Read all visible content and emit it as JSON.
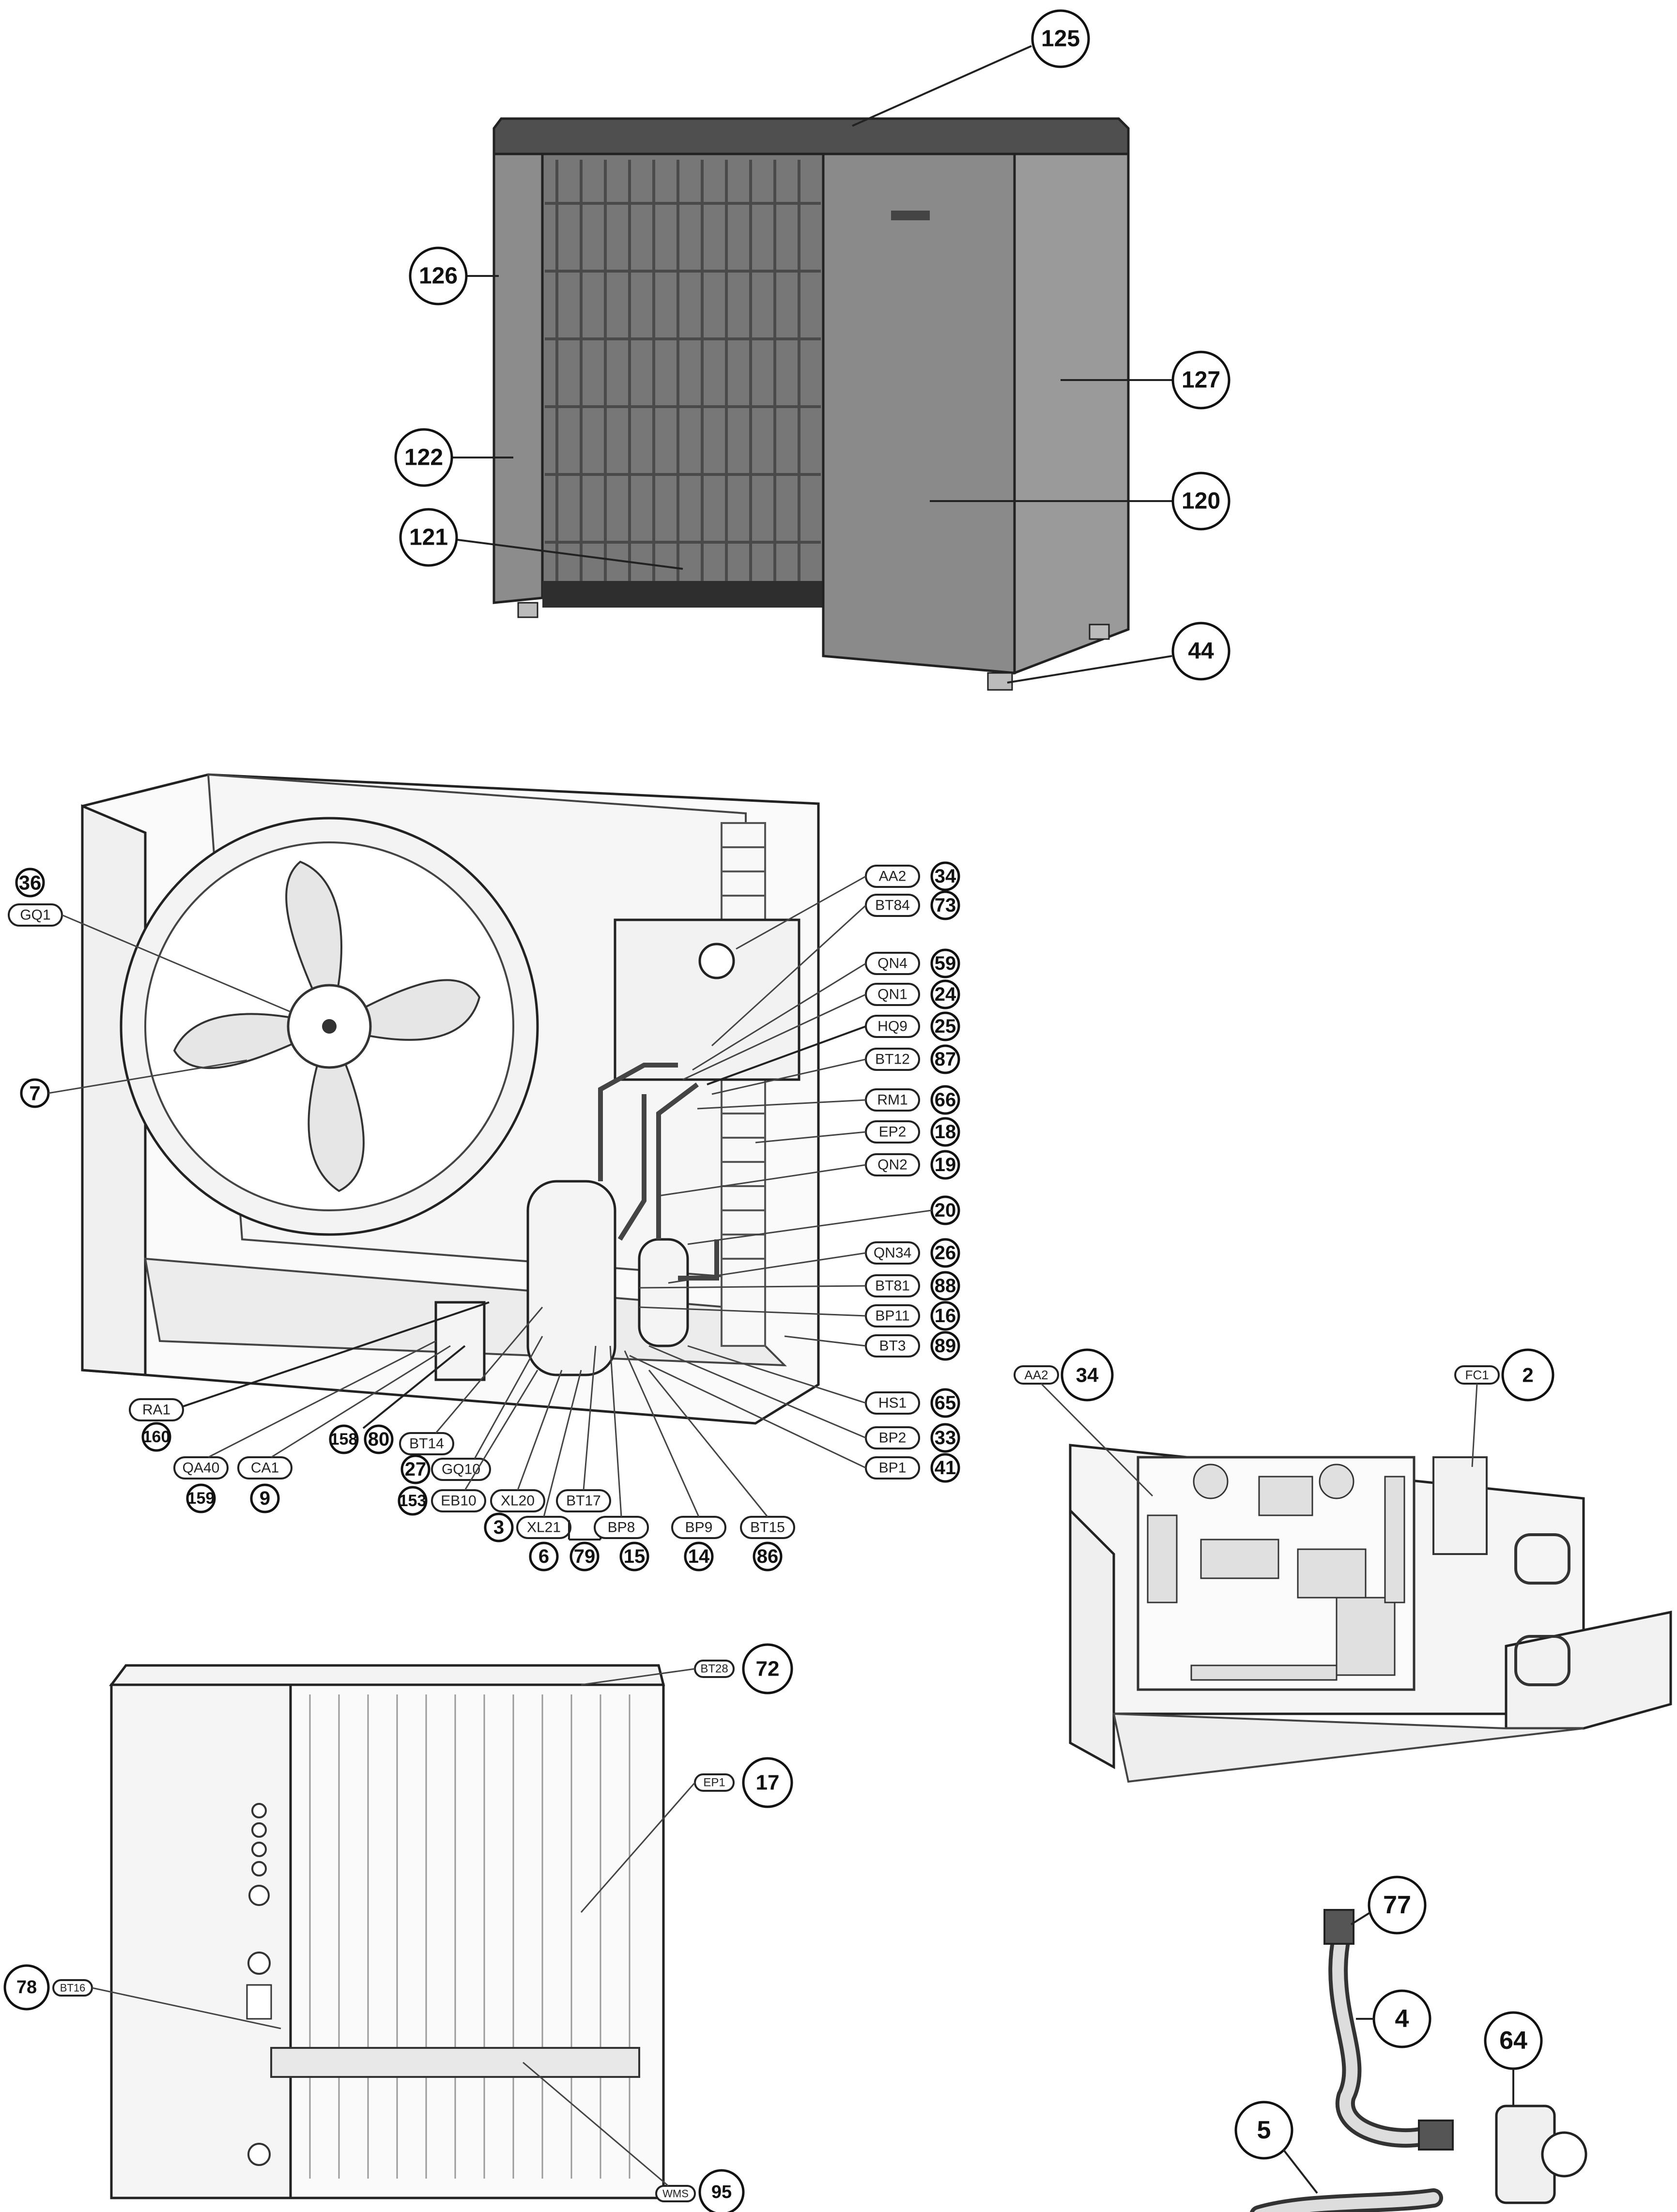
{
  "labels": {
    "l125": "125",
    "l126": "126",
    "l127": "127",
    "l122": "122",
    "l120": "120",
    "l121": "121",
    "l44": "44",
    "l36": "36",
    "gq1": "GQ1",
    "l7": "7",
    "aa2": "AA2",
    "l34": "34",
    "bt84": "BT84",
    "l73": "73",
    "qn4": "QN4",
    "l59": "59",
    "qn1": "QN1",
    "l24": "24",
    "hq9": "HQ9",
    "l25": "25",
    "bt12": "BT12",
    "l87": "87",
    "rm1": "RM1",
    "l66": "66",
    "ep2": "EP2",
    "l18": "18",
    "qn2": "QN2",
    "l19": "19",
    "l20": "20",
    "qn34": "QN34",
    "l26": "26",
    "bt81": "BT81",
    "l88": "88",
    "bp11": "BP11",
    "l16": "16",
    "bt3": "BT3",
    "l89": "89",
    "hs1": "HS1",
    "l65": "65",
    "bp2": "BP2",
    "l33": "33",
    "bp1": "BP1",
    "l41": "41",
    "ra1": "RA1",
    "l160": "160",
    "qa40": "QA40",
    "ca1": "CA1",
    "l159": "159",
    "l9": "9",
    "l158": "158",
    "l80": "80",
    "bt14": "BT14",
    "l27": "27",
    "gq10": "GQ10",
    "l153": "153",
    "eb10": "EB10",
    "xl20": "XL20",
    "l3": "3",
    "xl21": "XL21",
    "l6": "6",
    "bt17": "BT17",
    "l79": "79",
    "bp8": "BP8",
    "l15": "15",
    "bp9": "BP9",
    "l14": "14",
    "bt15": "BT15",
    "l86": "86",
    "aa2b": "AA2",
    "l34b": "34",
    "fc1": "FC1",
    "l2": "2",
    "bt28": "BT28",
    "l72": "72",
    "ep1": "EP1",
    "l17": "17",
    "l78": "78",
    "bt16": "BT16",
    "wms": "WMS",
    "l95": "95",
    "l77": "77",
    "l4": "4",
    "l64": "64",
    "l5": "5"
  },
  "colors": {
    "cabinet": "#8a8a8a",
    "cabinet_top": "#555555",
    "cabinet_dark": "#3a3a3a",
    "grille": "#6b6b6b",
    "line": "#222222"
  }
}
